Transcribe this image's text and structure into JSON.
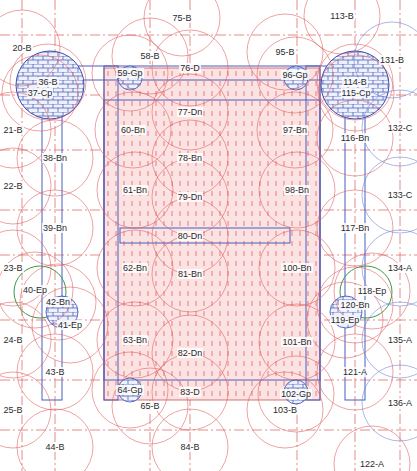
{
  "diagram": {
    "labels": [
      "75-B",
      "113-B",
      "20-B",
      "58-B",
      "95-B",
      "131-B",
      "59-Gp",
      "76-D",
      "96-Gp",
      "36-B",
      "37-Cp",
      "114-B",
      "115-Cp",
      "21-B",
      "60-Bn",
      "77-Dn",
      "97-Bn",
      "116-Bn",
      "132-C",
      "38-Bn",
      "78-Bn",
      "22-B",
      "61-Bn",
      "79-Dn",
      "98-Bn",
      "133-C",
      "39-Bn",
      "80-Dn",
      "117-Bn",
      "23-B",
      "62-Bn",
      "100-Bn",
      "134-A",
      "40-Ep",
      "42-Bn",
      "81-Bn",
      "118-Ep",
      "120-Bn",
      "119-Ep",
      "41-Ep",
      "24-B",
      "63-Bn",
      "82-Dn",
      "101-Bn",
      "135-A",
      "43-B",
      "121-A",
      "64-Gp",
      "83-D",
      "102-Gp",
      "25-B",
      "65-B",
      "103-B",
      "136-A",
      "44-B",
      "84-B",
      "122-A"
    ]
  }
}
